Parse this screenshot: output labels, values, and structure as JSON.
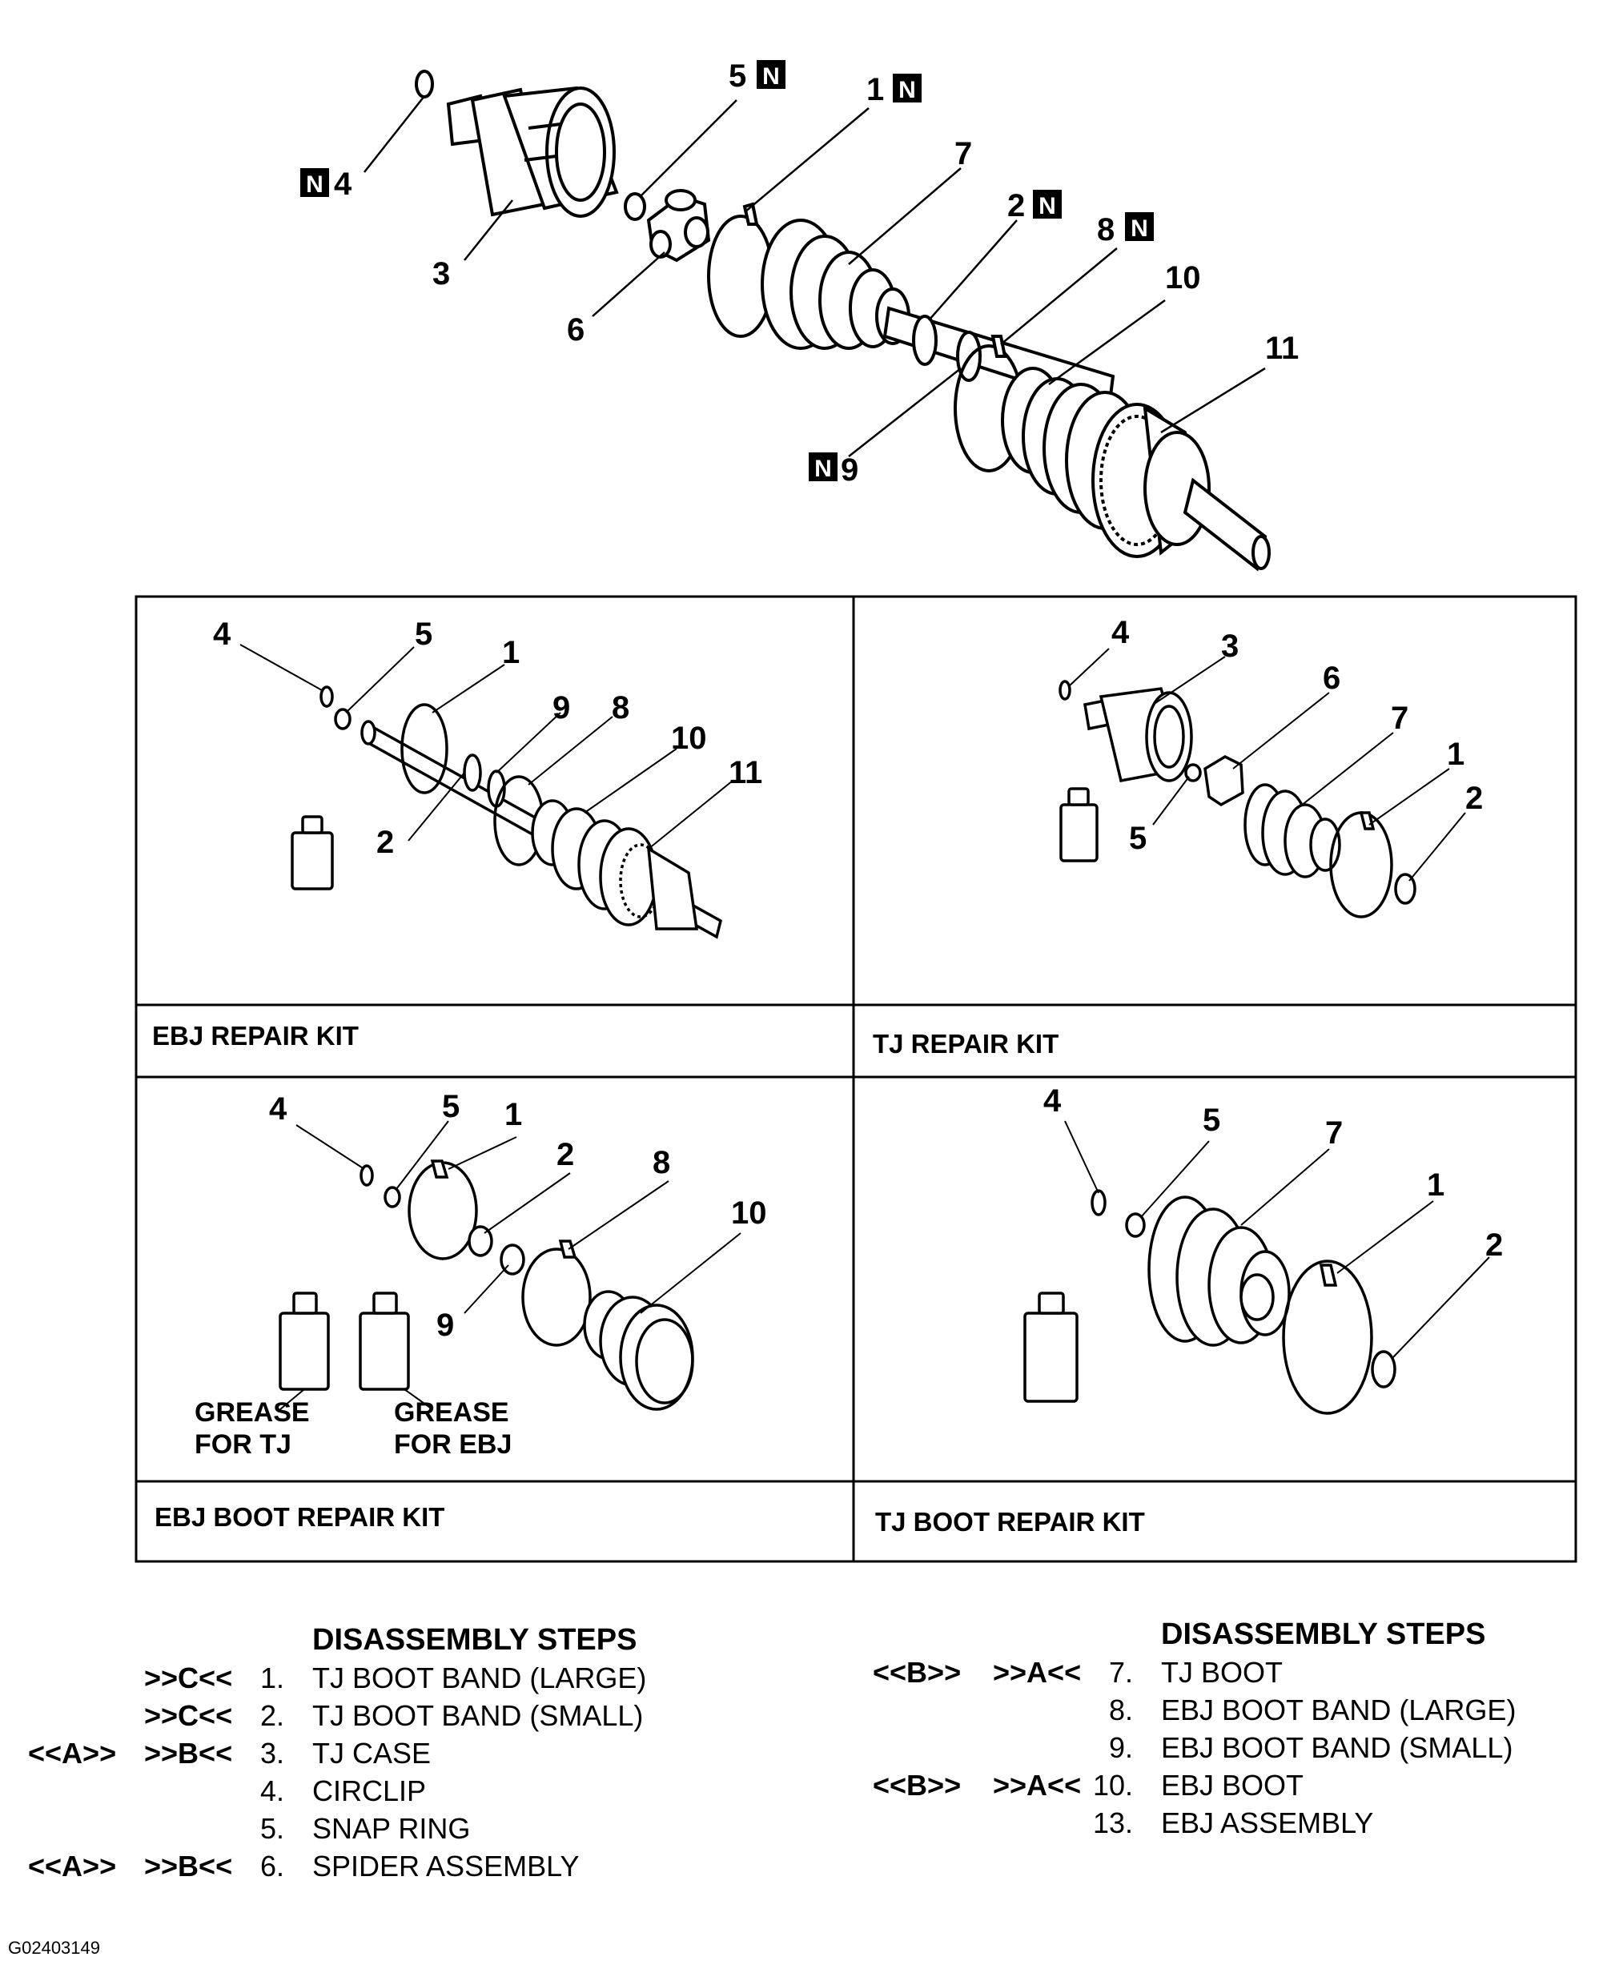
{
  "callouts_main": [
    "4",
    "3",
    "5",
    "6",
    "1",
    "7",
    "2",
    "8",
    "10",
    "11",
    "9"
  ],
  "callouts_ebj_kit": [
    "4",
    "5",
    "1",
    "9",
    "8",
    "10",
    "11",
    "2"
  ],
  "callouts_tj_kit": [
    "4",
    "3",
    "6",
    "7",
    "1",
    "2",
    "5"
  ],
  "callouts_ebj_boot_kit": [
    "4",
    "5",
    "1",
    "2",
    "8",
    "10",
    "9"
  ],
  "callouts_tj_boot_kit": [
    "4",
    "5",
    "7",
    "1",
    "2"
  ],
  "n_mark": "N",
  "panels": {
    "ebj_repair_kit": "EBJ REPAIR KIT",
    "tj_repair_kit": "TJ REPAIR KIT",
    "ebj_boot_repair_kit": "EBJ BOOT REPAIR KIT",
    "tj_boot_repair_kit": "TJ BOOT REPAIR KIT"
  },
  "grease": {
    "tj_line1": "GREASE",
    "tj_line2": "FOR TJ",
    "ebj_line1": "GREASE",
    "ebj_line2": "FOR EBJ"
  },
  "steps_left": {
    "heading": "DISASSEMBLY STEPS",
    "items": [
      {
        "code_a": "",
        "code_b": ">>C<<",
        "num": "1.",
        "label": "TJ BOOT BAND (LARGE)"
      },
      {
        "code_a": "",
        "code_b": ">>C<<",
        "num": "2.",
        "label": "TJ BOOT BAND (SMALL)"
      },
      {
        "code_a": "<<A>>",
        "code_b": ">>B<<",
        "num": "3.",
        "label": "TJ CASE"
      },
      {
        "code_a": "",
        "code_b": "",
        "num": "4.",
        "label": "CIRCLIP"
      },
      {
        "code_a": "",
        "code_b": "",
        "num": "5.",
        "label": "SNAP RING"
      },
      {
        "code_a": "<<A>>",
        "code_b": ">>B<<",
        "num": "6.",
        "label": "SPIDER ASSEMBLY"
      }
    ]
  },
  "steps_right": {
    "heading": "DISASSEMBLY STEPS",
    "items": [
      {
        "code_a": "<<B>>",
        "code_b": ">>A<<",
        "num": "7.",
        "label": "TJ BOOT"
      },
      {
        "code_a": "",
        "code_b": "",
        "num": "8.",
        "label": "EBJ BOOT BAND (LARGE)"
      },
      {
        "code_a": "",
        "code_b": "",
        "num": "9.",
        "label": "EBJ BOOT BAND (SMALL)"
      },
      {
        "code_a": "<<B>>",
        "code_b": ">>A<<",
        "num": "10.",
        "label": "EBJ BOOT"
      },
      {
        "code_a": "",
        "code_b": "",
        "num": "13.",
        "label": "EBJ ASSEMBLY"
      }
    ]
  },
  "figure_id": "G02403149"
}
